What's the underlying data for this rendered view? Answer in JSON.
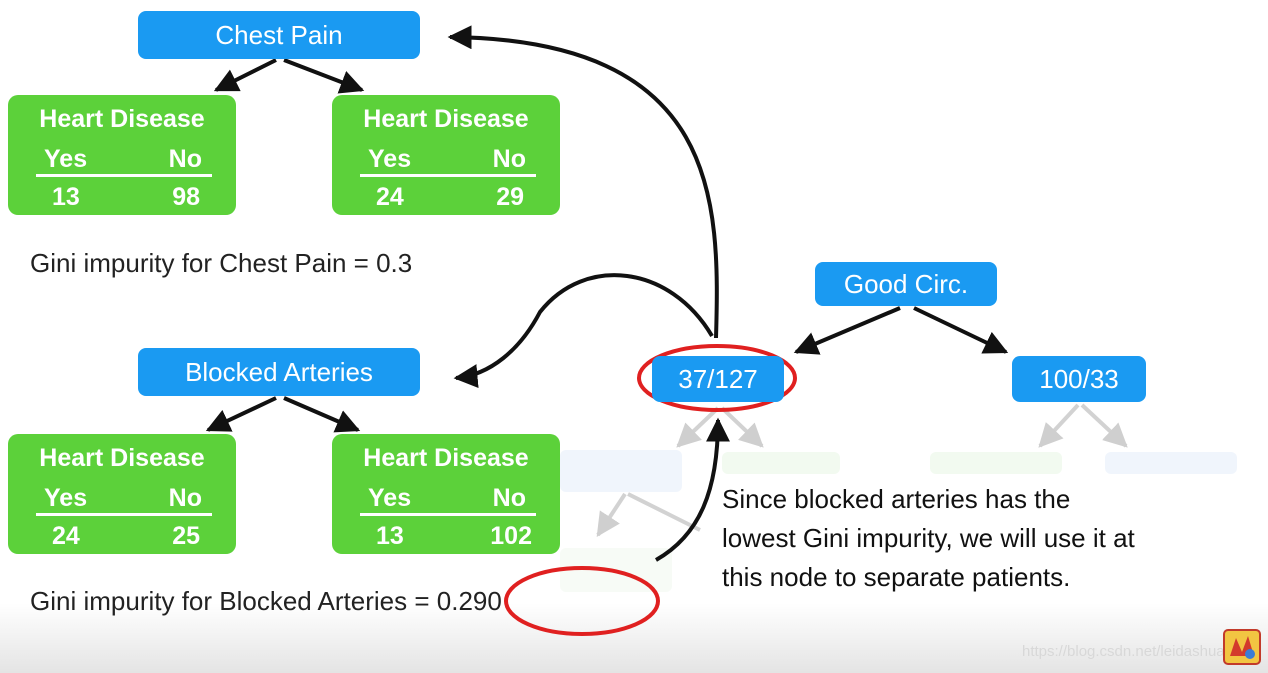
{
  "top_tree": {
    "root_label": "Chest Pain",
    "left_leaf": {
      "title": "Heart Disease",
      "yes_label": "Yes",
      "no_label": "No",
      "yes_value": "13",
      "no_value": "98"
    },
    "right_leaf": {
      "title": "Heart Disease",
      "yes_label": "Yes",
      "no_label": "No",
      "yes_value": "24",
      "no_value": "29"
    },
    "caption": "Gini impurity for Chest Pain = 0.3"
  },
  "bottom_tree": {
    "root_label": "Blocked Arteries",
    "left_leaf": {
      "title": "Heart Disease",
      "yes_label": "Yes",
      "no_label": "No",
      "yes_value": "24",
      "no_value": "25"
    },
    "right_leaf": {
      "title": "Heart Disease",
      "yes_label": "Yes",
      "no_label": "No",
      "yes_value": "13",
      "no_value": "102"
    },
    "caption_prefix": "Gini impurity for Blocked Arteries",
    "caption_value": " = 0.290"
  },
  "right_tree": {
    "root_label": "Good Circ.",
    "left_child": "37/127",
    "right_child": "100/33"
  },
  "note_lines": [
    "Since blocked arteries has the",
    "lowest Gini impurity, we will use it at",
    "this node to separate patients."
  ],
  "watermark": "https://blog.csdn.net/leidashuaige",
  "colors": {
    "node_blue": "#1a9af2",
    "leaf_green": "#5cd13a",
    "highlight_red": "#e02020",
    "arrow": "#111111"
  }
}
